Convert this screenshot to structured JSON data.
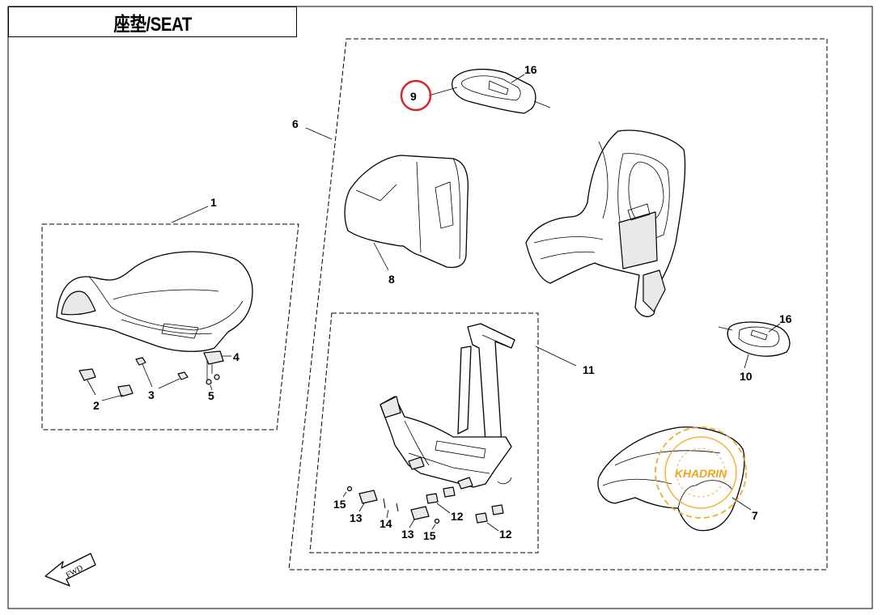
{
  "title": "座垫/SEAT",
  "callouts": {
    "c1": "1",
    "c2": "2",
    "c3": "3",
    "c4": "4",
    "c5": "5",
    "c6": "6",
    "c7": "7",
    "c8": "8",
    "c9": "9",
    "c10": "10",
    "c11": "11",
    "c12a": "12",
    "c12b": "12",
    "c13a": "13",
    "c13b": "13",
    "c14": "14",
    "c15a": "15",
    "c15b": "15",
    "c16a": "16",
    "c16b": "16"
  },
  "fwd_label": "FWD",
  "watermark_text": "KHADRIN",
  "highlight_color": "#d9232d",
  "watermark_color": "#f0a41c"
}
